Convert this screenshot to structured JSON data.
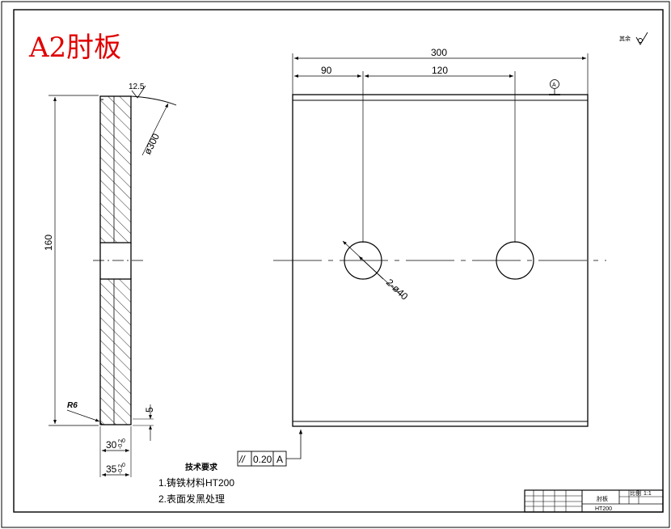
{
  "drawing": {
    "title": "A2肘板",
    "roughness_symbol_label": "其余",
    "side_view": {
      "height_dim": "160",
      "radius_top": "ø300",
      "roughness_top": "12.5",
      "fillet_radius": "R6",
      "gap_dim": "5",
      "width_inner": "30",
      "width_outer": "35",
      "tol_upper": "0",
      "tol_lower": "-0.2"
    },
    "front_view": {
      "overall_width": "300",
      "offset_left": "90",
      "hole_spacing": "120",
      "hole_callout": "2-ø40",
      "datum": "A"
    },
    "tolerance_frame": {
      "symbol": "//",
      "value": "0.20",
      "datum": "A"
    },
    "tech_notes": {
      "heading": "技术要求",
      "items": [
        "1.铸铁材料HT200",
        "2.表面发黑处理"
      ]
    },
    "title_block": {
      "part_name": "肘板",
      "material": "HT200",
      "scale": "1:1",
      "scale_label": "比例"
    }
  }
}
